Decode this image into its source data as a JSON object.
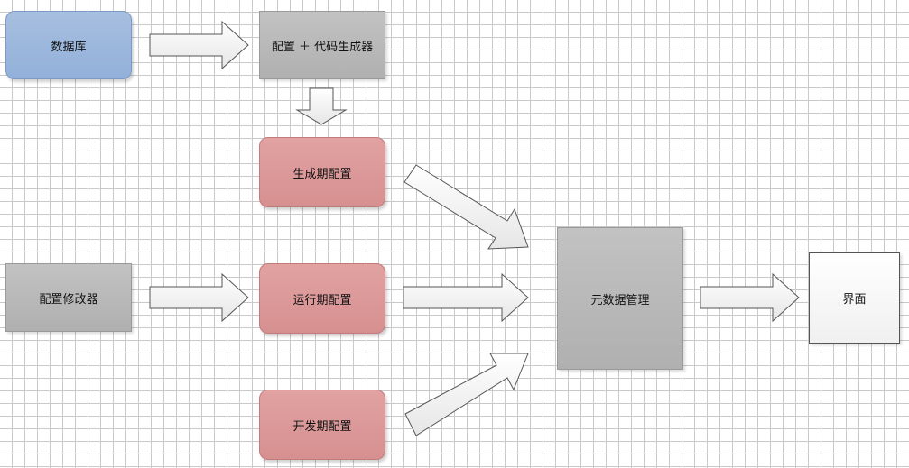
{
  "diagram": {
    "nodes": {
      "database": "数据库",
      "config_codegen": "配置 ＋ 代码生成器",
      "generation_config": "生成期配置",
      "config_modifier": "配置修改器",
      "runtime_config": "运行期配置",
      "development_config": "开发期配置",
      "metadata_management": "元数据管理",
      "interface": "界面"
    },
    "colors": {
      "database_fill": "#9cb7dd",
      "config_fill": "#dc9898",
      "gray_fill": "#b8b8b8",
      "arrow_fill": "#f4f4f4",
      "arrow_stroke": "#555555",
      "grid_line": "#c9c9c9"
    }
  }
}
